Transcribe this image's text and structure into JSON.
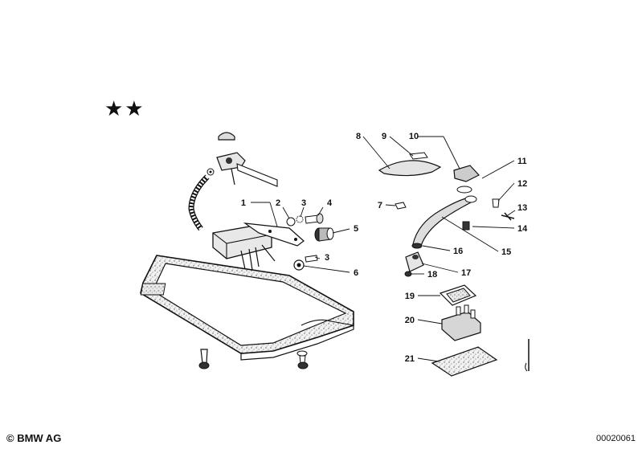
{
  "stars": "★★",
  "callouts": [
    {
      "label": "1"
    },
    {
      "label": "2"
    },
    {
      "label": "3"
    },
    {
      "label": "4"
    },
    {
      "label": "5"
    },
    {
      "label": "3"
    },
    {
      "label": "6"
    },
    {
      "label": "8"
    },
    {
      "label": "9"
    },
    {
      "label": "10"
    },
    {
      "label": "11"
    },
    {
      "label": "12"
    },
    {
      "label": "7"
    },
    {
      "label": "13"
    },
    {
      "label": "14"
    },
    {
      "label": "15"
    },
    {
      "label": "16"
    },
    {
      "label": "17"
    },
    {
      "label": "18"
    },
    {
      "label": "19"
    },
    {
      "label": "20"
    },
    {
      "label": "21"
    }
  ],
  "footer": {
    "copyright": "© BMW AG",
    "code": "00020061"
  }
}
